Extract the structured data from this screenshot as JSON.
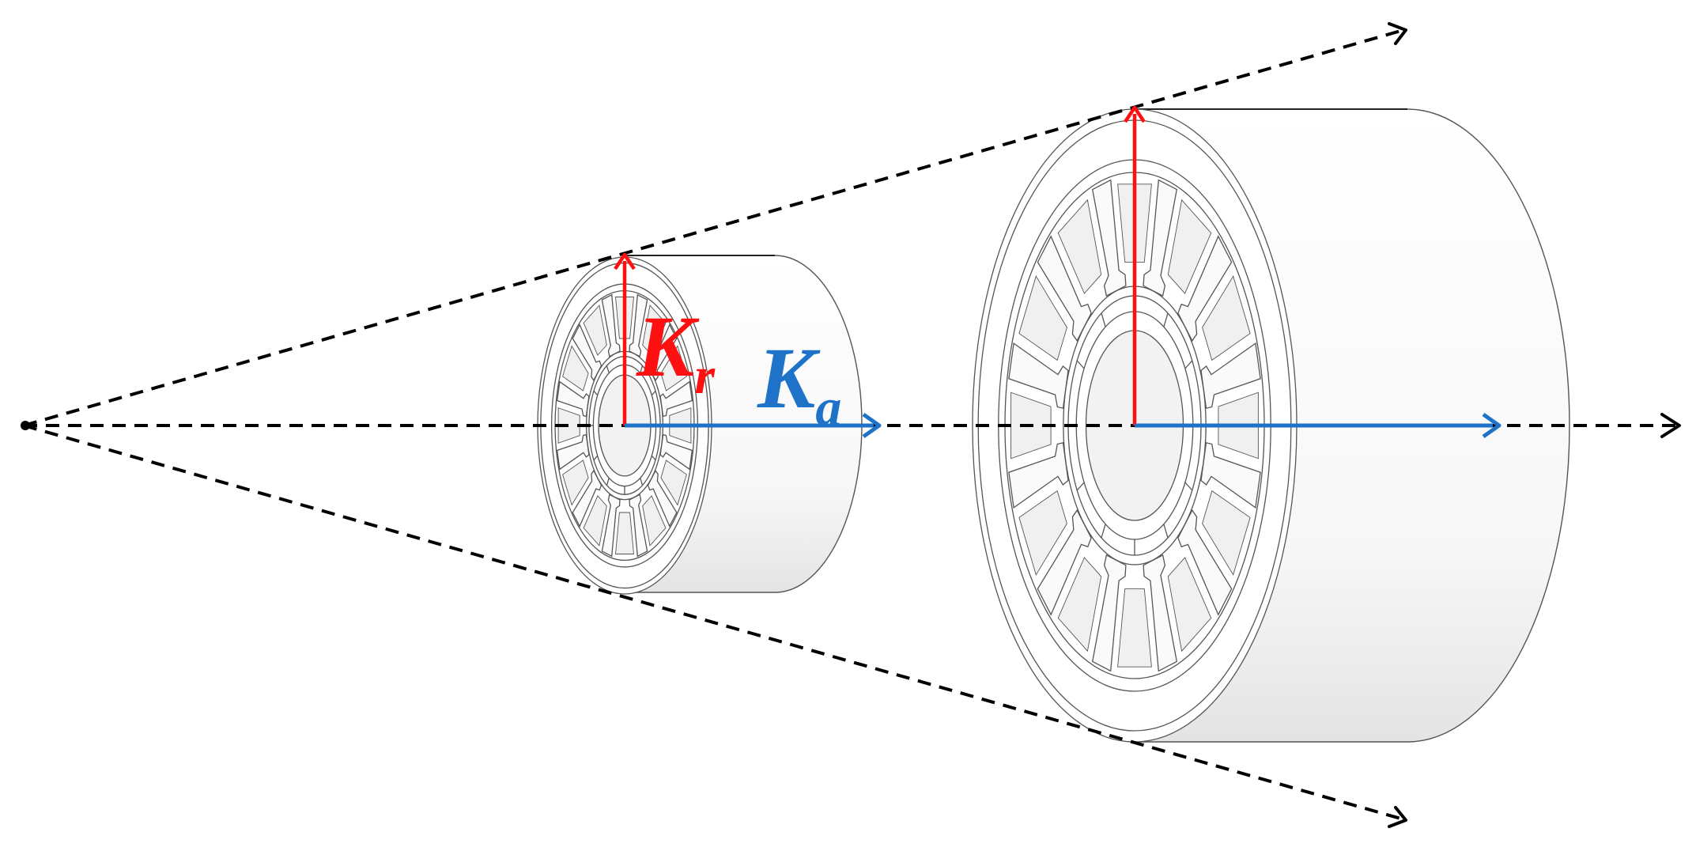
{
  "labels": {
    "radial_symbol": "K",
    "radial_subscript": "r",
    "axial_symbol": "K",
    "axial_subscript": "a"
  },
  "colors": {
    "radial": "#ff1010",
    "axial": "#1e73c8",
    "guide": "#000000",
    "outline": "#555555",
    "shade": "#e8e8e8"
  },
  "motors": [
    {
      "name": "small-motor",
      "teeth": 12
    },
    {
      "name": "large-motor",
      "teeth": 12
    }
  ]
}
